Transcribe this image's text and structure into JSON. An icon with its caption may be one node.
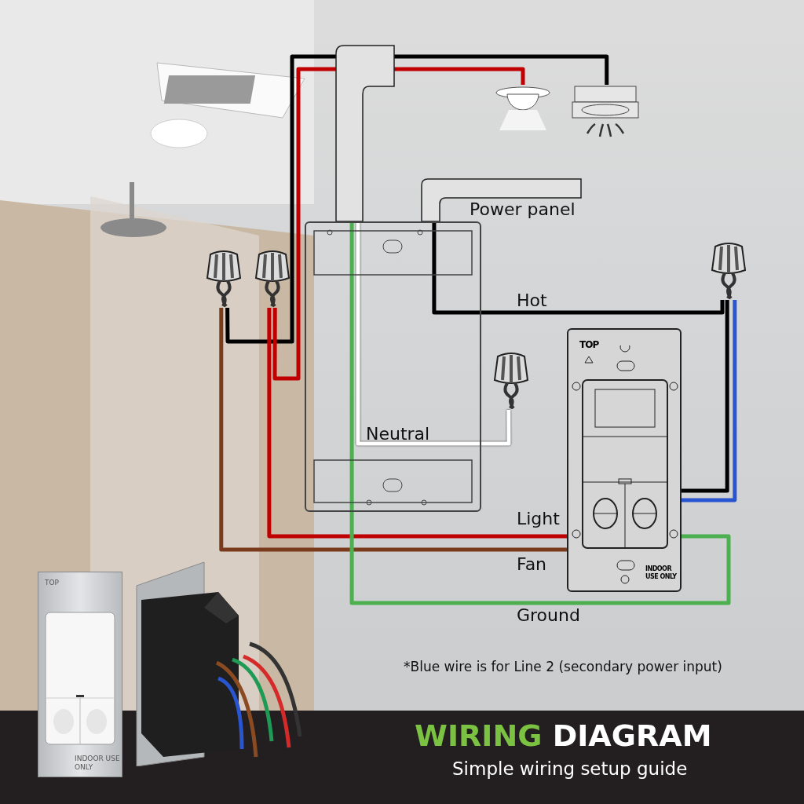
{
  "diagram": {
    "title": "WIRING DIAGRAM",
    "caption": "Simple wiring setup guide",
    "nodes": [
      {
        "text": [],
        "shape": "box"
      },
      {
        "text": [],
        "shape": "picture"
      },
      {
        "text": [],
        "shape": "picture"
      },
      {
        "text": [],
        "shape": "picture"
      },
      {
        "text": [],
        "shape": "picture"
      },
      {
        "text": [],
        "shape": "picture"
      },
      {
        "text": [],
        "shape": "picture"
      },
      {
        "text": [
          "TOP",
          "INDOOR USE ONLY"
        ]
      }
    ],
    "edges": [
      {
        "from": 2,
        "to": 3,
        "arrow": "none",
        "color": "#000000"
      },
      {
        "from": 1,
        "to": 4,
        "arrow": "none",
        "color": "#c00000"
      },
      {
        "from": 3,
        "to": 7,
        "arrow": "none",
        "label": "Fan",
        "color": "#7a3b1c"
      },
      {
        "from": 4,
        "to": 7,
        "arrow": "none",
        "label": "Light",
        "color": "#c00000"
      },
      {
        "from": 0,
        "to": 6,
        "arrow": "none",
        "label": "Hot",
        "color": "#000000"
      },
      {
        "from": 6,
        "to": 7,
        "arrow": "none",
        "color": "#000000"
      },
      {
        "from": 6,
        "to": 7,
        "arrow": "none",
        "color": "#2a55d0"
      },
      {
        "from": 0,
        "to": 5,
        "arrow": "none",
        "label": "Neutral",
        "color": "#ffffff"
      },
      {
        "from": 0,
        "to": 7,
        "arrow": "none",
        "label": "Ground",
        "color": "#4cb050"
      }
    ],
    "labels": [
      "Power panel",
      "*Blue wire is for Line 2 (secondary power input)",
      "TOP",
      "INDOOR USE ONLY"
    ]
  }
}
